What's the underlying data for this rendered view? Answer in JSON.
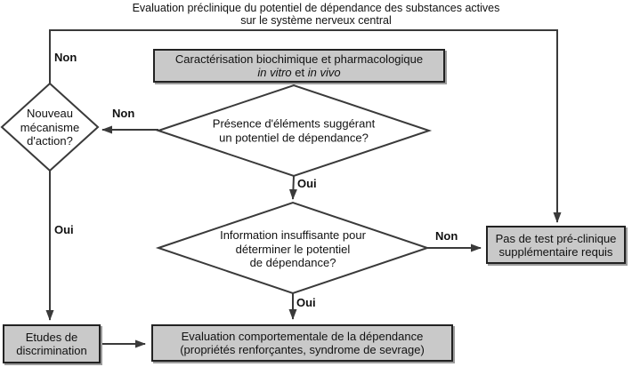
{
  "title": {
    "line1": "Evaluation préclinique du potentiel de dépendance des substances actives",
    "line2": "sur le système nerveux central"
  },
  "nodes": {
    "characterization_box": {
      "line1": "Caractérisation biochimique et pharmacologique",
      "line2_italic1": "in vitro",
      "line2_mid": " et ",
      "line2_italic2": "in vivo"
    },
    "presence_diamond": "Présence d'éléments suggérant\nun potentiel de dépendance?",
    "new_mechanism_diamond": "Nouveau\nmécanisme\nd'action?",
    "insufficient_info_diamond": "Information insuffisante pour\ndéterminer le potentiel\nde dépendance?",
    "no_test_box": "Pas de test pré-clinique\nsupplémentaire requis",
    "discrimination_box": "Etudes de\ndiscrimination",
    "behavioral_box": "Evaluation comportementale de la dépendance\n(propriétés renforçantes, syndrome de sevrage)"
  },
  "edge_labels": {
    "non_new_mechanism_top": "Non",
    "non_presence_to_mechanism": "Non",
    "oui_presence_down": "Oui",
    "oui_mechanism_down": "Oui",
    "non_insufficient_right": "Non",
    "oui_insufficient_down": "Oui"
  },
  "colors": {
    "node_fill": "#c9c9c9",
    "node_border": "#222222",
    "line": "#3a3a3a",
    "text": "#111111",
    "background": "#ffffff"
  }
}
